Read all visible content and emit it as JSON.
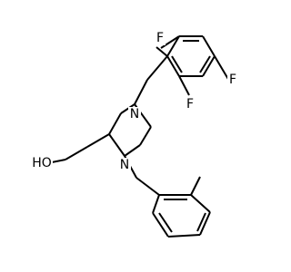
{
  "molecule": {
    "atoms": {
      "fluorine_top": "F",
      "fluorine_right": "F",
      "fluorine_middle": "F",
      "nitrogen_upper": "N",
      "nitrogen_lower": "N",
      "hydroxyl": "HO"
    }
  }
}
